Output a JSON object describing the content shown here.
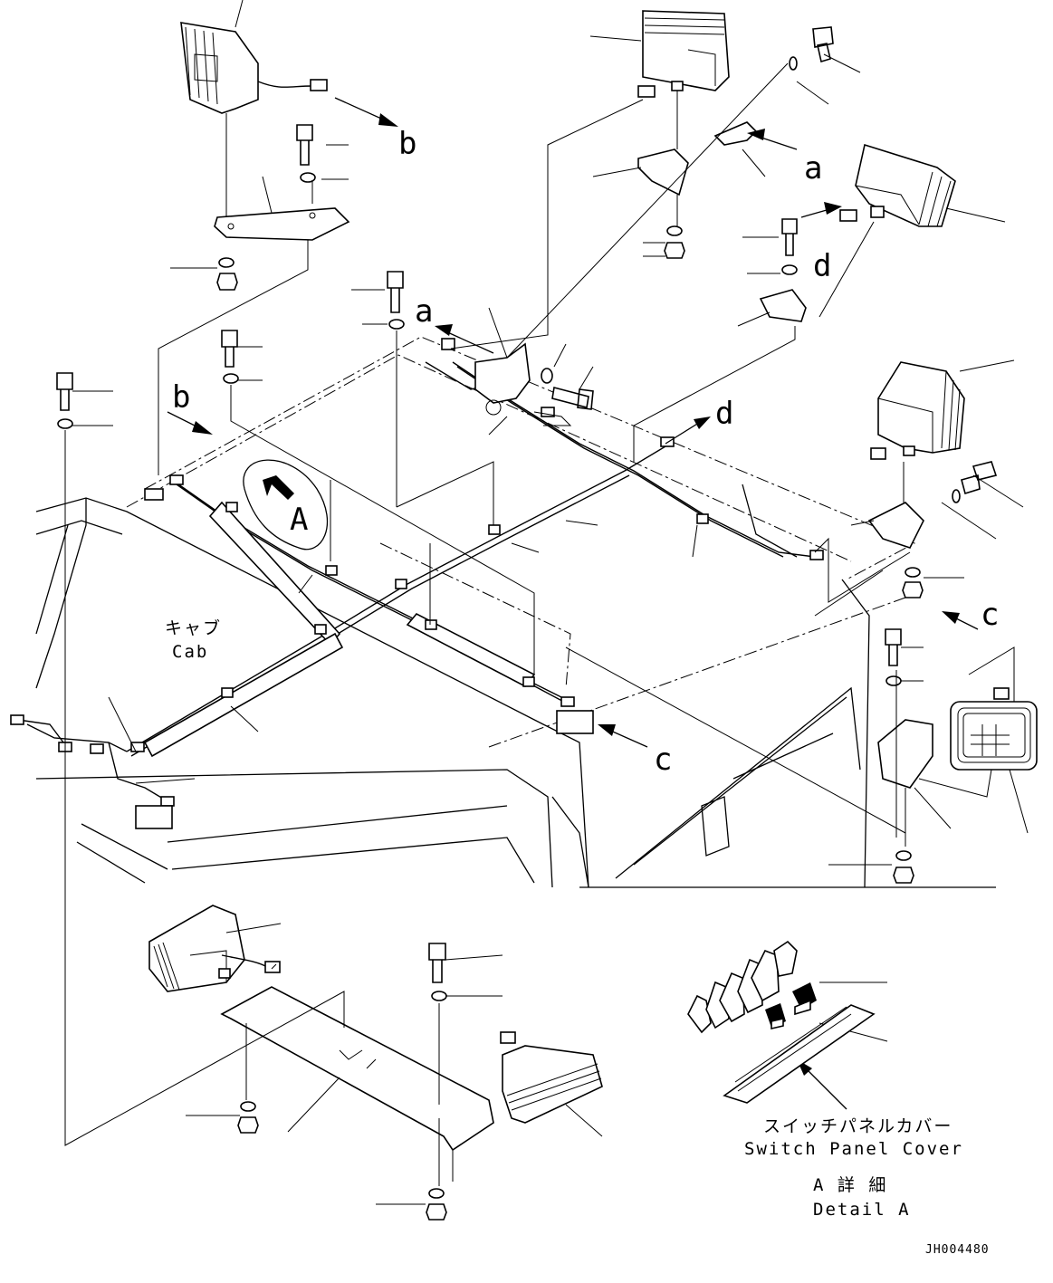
{
  "diagram": {
    "callouts": {
      "a_top": "a",
      "a_mid": "a",
      "b_top": "b",
      "b_left": "b",
      "c_right": "c",
      "c_bottom": "c",
      "d_right": "d",
      "d_mid": "d"
    },
    "view_marker": "A",
    "cab_label_jp": "キャブ",
    "cab_label_en": "Cab",
    "switch_panel_cover_jp": "スイッチパネルカバー",
    "switch_panel_cover_en": "Switch Panel Cover",
    "detail_jp": "A 詳 細",
    "detail_en": "Detail A",
    "drawing_code": "JH004480"
  }
}
